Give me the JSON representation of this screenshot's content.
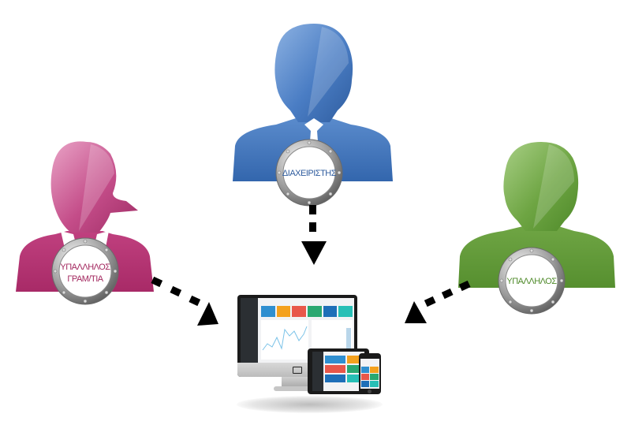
{
  "roles": [
    {
      "id": "admin",
      "label_lines": [
        "ΔΙΑΧΕΙΡΙΣΤΗΣ"
      ],
      "color": "#3f72b8",
      "text_color": "#2f5c9e"
    },
    {
      "id": "secretary",
      "label_lines": [
        "ΥΠΑΛΛΗΛΟΣ",
        "ΓΡΑΜ/ΤΙΑ"
      ],
      "color": "#b3316f",
      "text_color": "#a3285f"
    },
    {
      "id": "employee",
      "label_lines": [
        "ΥΠΑΛΛΗΛΟΣ"
      ],
      "color": "#5f9534",
      "text_color": "#4f8a2a"
    }
  ],
  "arrow_color": "#000000",
  "target": {
    "name": "responsive-dashboard-devices"
  },
  "dashboard_card_colors": [
    "#2f8fd0",
    "#f4a11d",
    "#e8574a",
    "#2aa871",
    "#1e6fb8",
    "#27bfb6"
  ]
}
